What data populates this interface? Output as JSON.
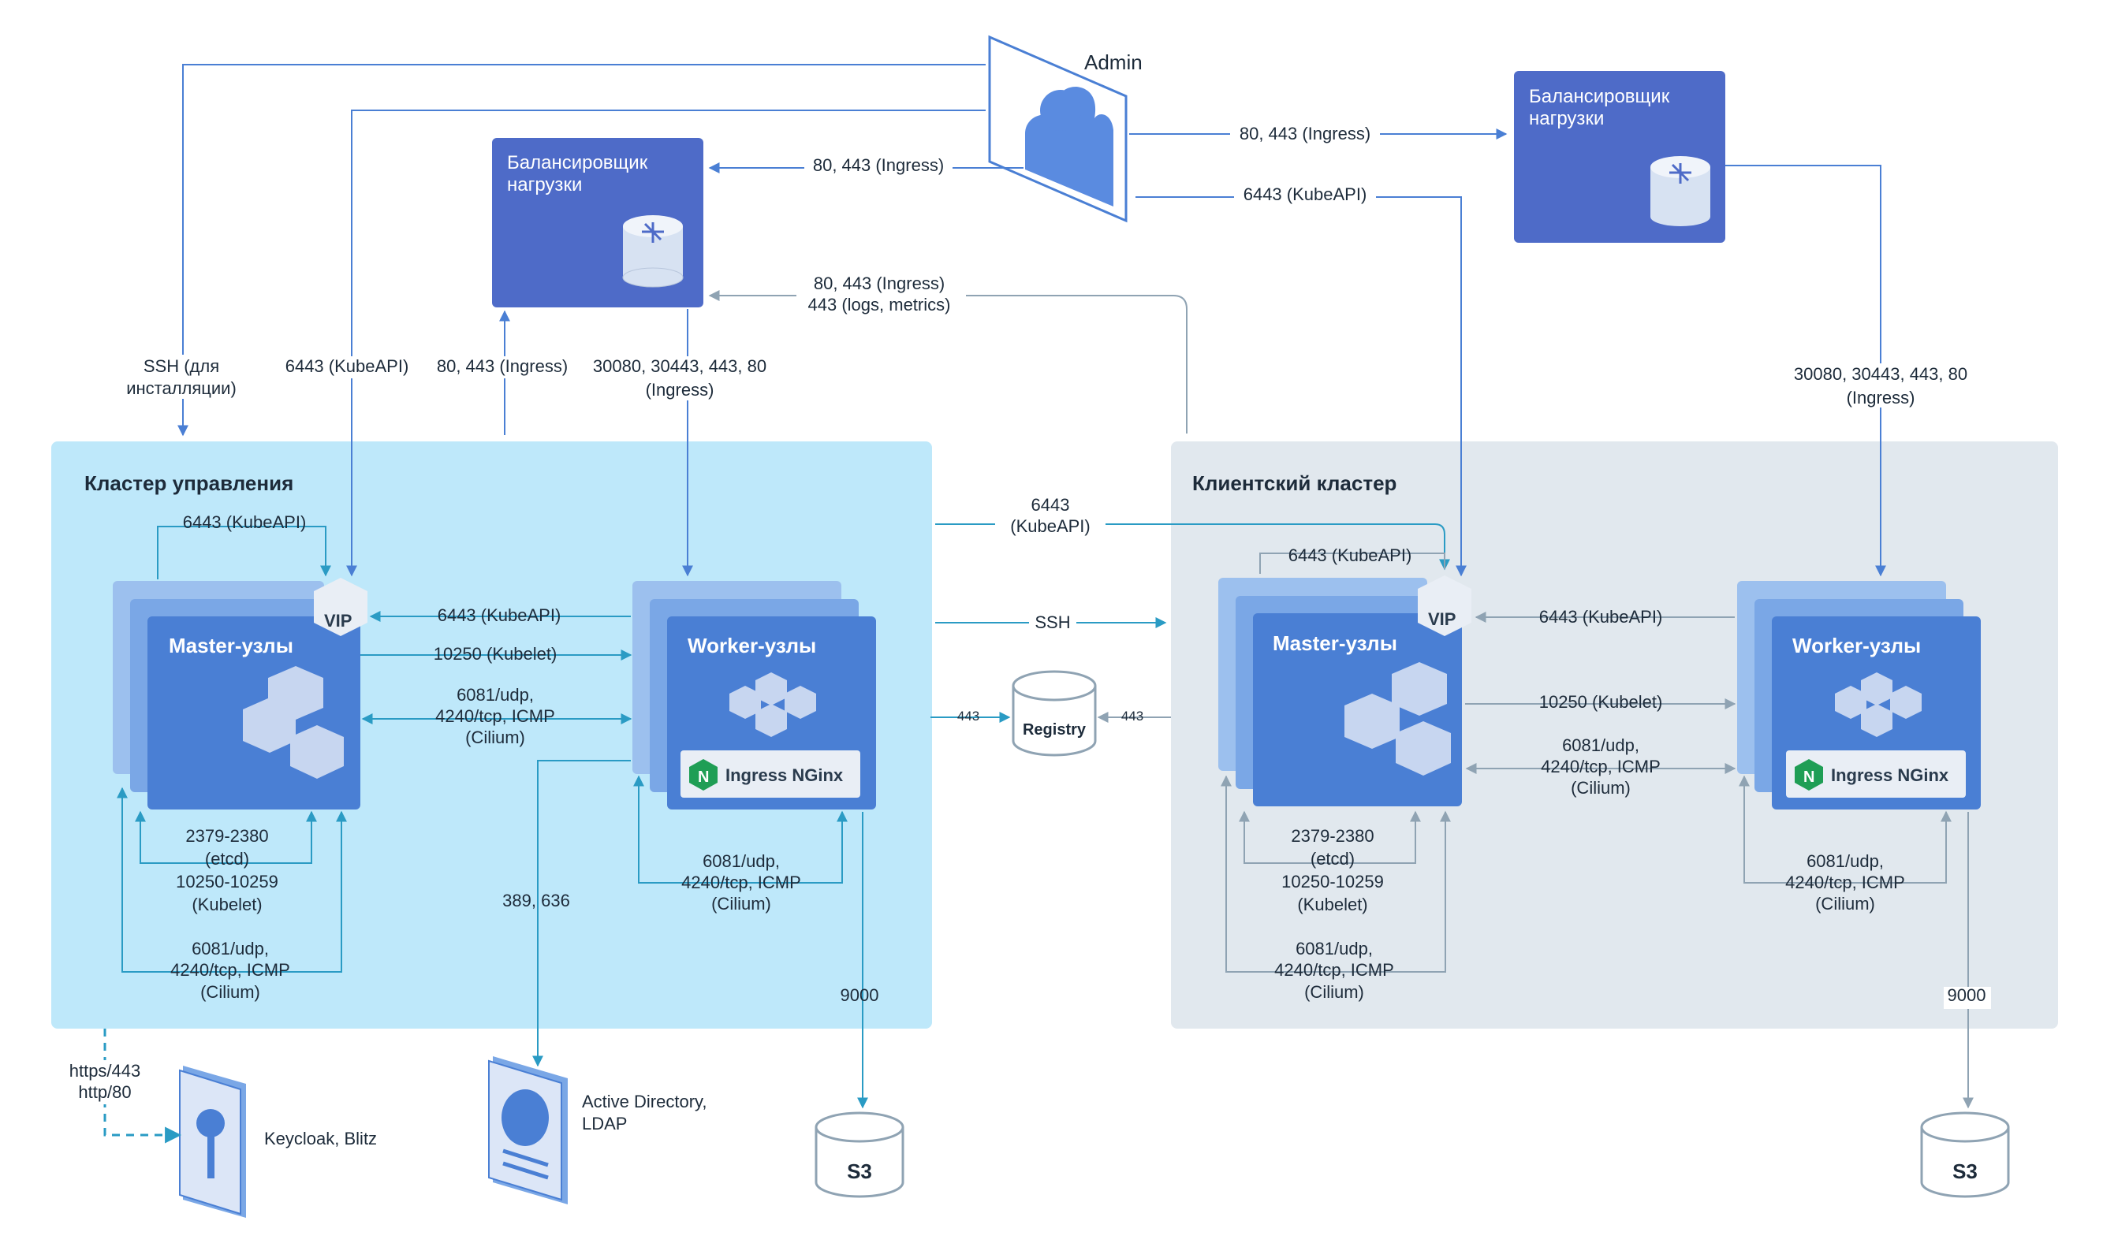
{
  "diagram": {
    "admin": {
      "label": "Admin"
    },
    "lb_left": {
      "title_l1": "Балансировщик",
      "title_l2": "нагрузки"
    },
    "lb_right": {
      "title_l1": "Балансировщик",
      "title_l2": "нагрузки"
    },
    "mgmt_cluster": {
      "title": "Кластер управления",
      "master_label": "Master-узлы",
      "worker_label": "Worker-узлы",
      "vip_label": "VIP",
      "ingress_label": "Ingress NGinx",
      "ingress_logo": "N"
    },
    "client_cluster": {
      "title": "Клиентский кластер",
      "master_label": "Master-узлы",
      "worker_label": "Worker-узлы",
      "vip_label": "VIP",
      "ingress_label": "Ingress NGinx",
      "ingress_logo": "N"
    },
    "registry_label": "Registry",
    "s3_left": "S3",
    "s3_right": "S3",
    "keycloak_label": "Keycloak, Blitz",
    "ad_label_l1": "Active Directory,",
    "ad_label_l2": "LDAP",
    "labels": {
      "admin_to_lbleft": "80, 443 (Ingress)",
      "admin_to_lbright": "80, 443 (Ingress)",
      "admin_kubeapi_right": "6443 (KubeAPI)",
      "client_to_lbleft_l1": "80, 443 (Ingress)",
      "client_to_lbleft_l2": "443 (logs, metrics)",
      "ssh_install_l1": "SSH (для",
      "ssh_install_l2": "инсталляции)",
      "admin_kubeapi_left": "6443 (KubeAPI)",
      "mgmt_to_lbleft": "80, 443 (Ingress)",
      "lbleft_to_worker_l1": "30080, 30443, 443, 80",
      "lbleft_to_worker_l2": "(Ingress)",
      "lbright_to_worker_l1": "30080, 30443, 443, 80",
      "lbright_to_worker_l2": "(Ingress)",
      "mgmt_master_self_kubeapi": "6443 (KubeAPI)",
      "mgmt_worker_to_vip": "6443 (KubeAPI)",
      "mgmt_master_to_worker_kubelet": "10250 (Kubelet)",
      "mgmt_cilium_l1": "6081/udp,",
      "mgmt_cilium_l2": "4240/tcp, ICMP",
      "mgmt_cilium_l3": "(Cilium)",
      "mgmt_etcd_l1": "2379-2380",
      "mgmt_etcd_l2": "(etcd)",
      "mgmt_etcd_l3": "10250-10259",
      "mgmt_etcd_l4": "(Kubelet)",
      "mgmt_master_cilium_l1": "6081/udp,",
      "mgmt_master_cilium_l2": "4240/tcp, ICMP",
      "mgmt_master_cilium_l3": "(Cilium)",
      "mgmt_worker_cilium_l1": "6081/udp,",
      "mgmt_worker_cilium_l2": "4240/tcp, ICMP",
      "mgmt_worker_cilium_l3": "(Cilium)",
      "ldap_ports": "389, 636",
      "s3_port_left": "9000",
      "keycloak_l1": "https/443",
      "keycloak_l2": "http/80",
      "cross_kubeapi_l1": "6443",
      "cross_kubeapi_l2": "(KubeAPI)",
      "cross_ssh": "SSH",
      "registry_left_port": "443",
      "registry_right_port": "443",
      "client_master_self_kubeapi": "6443 (KubeAPI)",
      "client_worker_to_vip": "6443 (KubeAPI)",
      "client_master_to_worker_kubelet": "10250 (Kubelet)",
      "client_cilium_l1": "6081/udp,",
      "client_cilium_l2": "4240/tcp, ICMP",
      "client_cilium_l3": "(Cilium)",
      "client_etcd_l1": "2379-2380",
      "client_etcd_l2": "(etcd)",
      "client_etcd_l3": "10250-10259",
      "client_etcd_l4": "(Kubelet)",
      "client_master_cilium_l1": "6081/udp,",
      "client_master_cilium_l2": "4240/tcp, ICMP",
      "client_master_cilium_l3": "(Cilium)",
      "client_worker_cilium_l1": "6081/udp,",
      "client_worker_cilium_l2": "4240/tcp, ICMP",
      "client_worker_cilium_l3": "(Cilium)",
      "s3_port_right": "9000"
    },
    "colors": {
      "node_blue": "#4A7FD4",
      "lb_blue": "#4E6BC8",
      "mgmt_bg": "#BEE8FA",
      "client_bg": "#E1E8EE",
      "arrow_blue": "#4A7FD4",
      "arrow_teal": "#2A9BC4",
      "arrow_gray": "#8FA3B3"
    }
  }
}
